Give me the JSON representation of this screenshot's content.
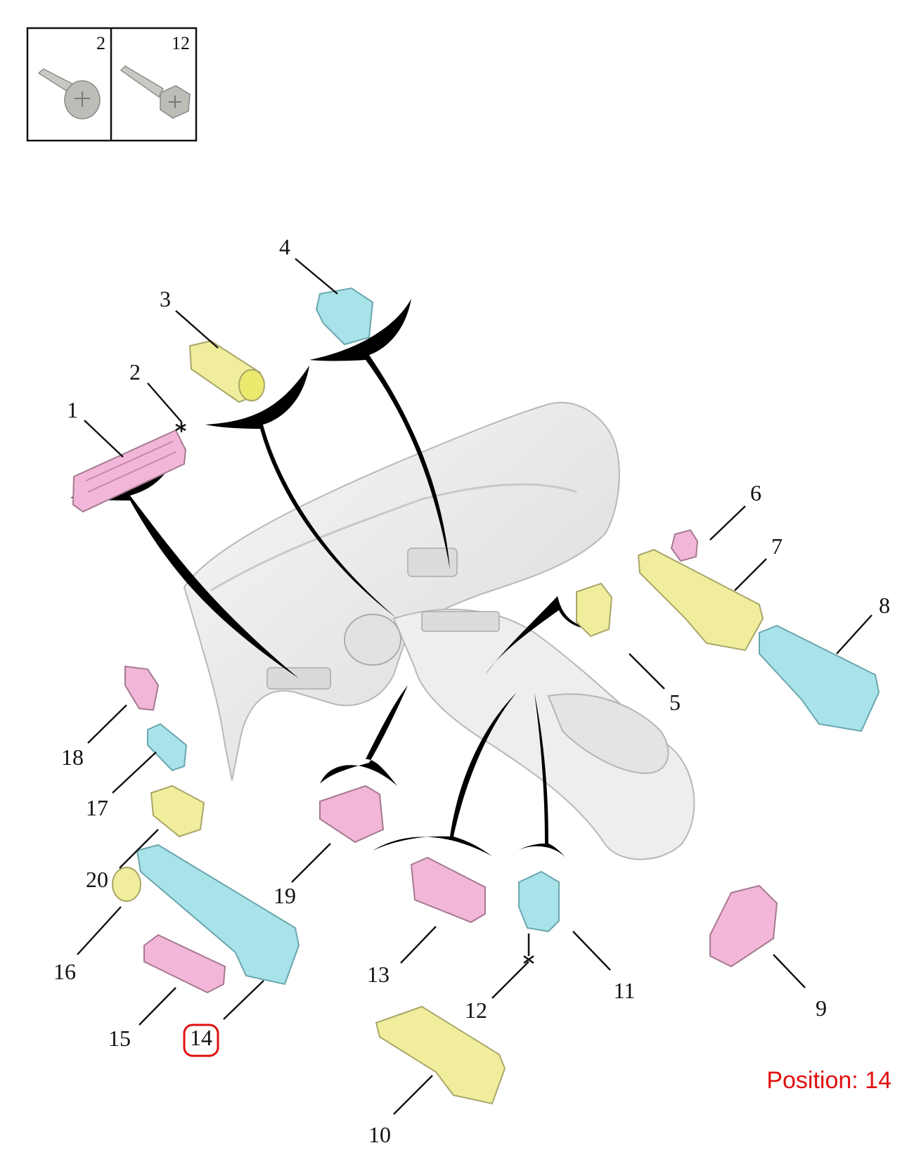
{
  "legend": {
    "cells": [
      {
        "number": "2",
        "icon": "screw-pan-head-icon"
      },
      {
        "number": "12",
        "icon": "screw-hex-head-icon"
      }
    ]
  },
  "highlight_color": "#e01010",
  "highlighted_position": "14",
  "position_label": "Position: 14",
  "callouts": [
    {
      "id": "1",
      "label": "1"
    },
    {
      "id": "2",
      "label": "2"
    },
    {
      "id": "3",
      "label": "3"
    },
    {
      "id": "4",
      "label": "4"
    },
    {
      "id": "5",
      "label": "5"
    },
    {
      "id": "6",
      "label": "6"
    },
    {
      "id": "7",
      "label": "7"
    },
    {
      "id": "8",
      "label": "8"
    },
    {
      "id": "9",
      "label": "9"
    },
    {
      "id": "10",
      "label": "10"
    },
    {
      "id": "11",
      "label": "11"
    },
    {
      "id": "12",
      "label": "12"
    },
    {
      "id": "13",
      "label": "13"
    },
    {
      "id": "14",
      "label": "14"
    },
    {
      "id": "15",
      "label": "15"
    },
    {
      "id": "16",
      "label": "16"
    },
    {
      "id": "17",
      "label": "17"
    },
    {
      "id": "18",
      "label": "18"
    },
    {
      "id": "19",
      "label": "19"
    },
    {
      "id": "20",
      "label": "20"
    }
  ],
  "part_colors": {
    "pink": "#f2b6d8",
    "yellow": "#f0ee9c",
    "cyan": "#a9e3ea",
    "gray": "#bfbfba",
    "dash": "#eeeeee"
  }
}
